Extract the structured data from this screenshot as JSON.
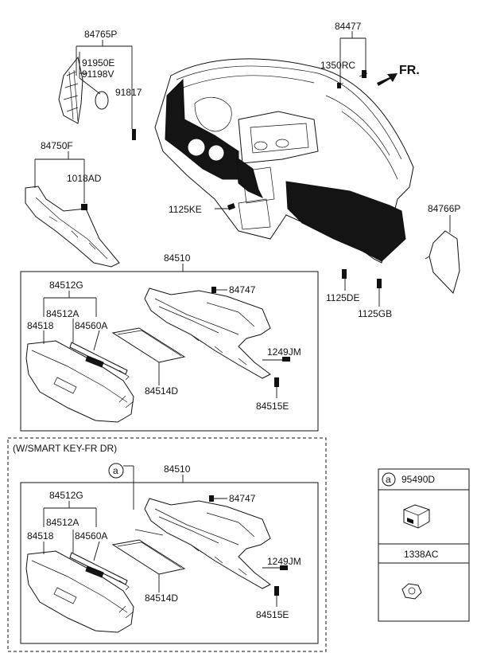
{
  "top": {
    "p84765P": "84765P",
    "p91950E": "91950E",
    "p91198V": "91198V",
    "p91817": "91817",
    "p84750F": "84750F",
    "p1018AD": "1018AD",
    "p84477": "84477",
    "p1350RC": "1350RC",
    "fr": "FR.",
    "p1125KE": "1125KE",
    "p84766P": "84766P",
    "p1125DE": "1125DE",
    "p1125GB": "1125GB"
  },
  "box1": {
    "p84510": "84510",
    "p84512G": "84512G",
    "p84512A": "84512A",
    "p84518": "84518",
    "p84560A": "84560A",
    "p84747": "84747",
    "p1249JM": "1249JM",
    "p84514D": "84514D",
    "p84515E": "84515E"
  },
  "box2": {
    "title": "(W/SMART KEY-FR DR)",
    "marker": "a",
    "p84510": "84510",
    "p84512G": "84512G",
    "p84512A": "84512A",
    "p84518": "84518",
    "p84560A": "84560A",
    "p84747": "84747",
    "p1249JM": "1249JM",
    "p84514D": "84514D",
    "p84515E": "84515E"
  },
  "legend": {
    "marker": "a",
    "p95490D": "95490D",
    "p1338AC": "1338AC"
  }
}
